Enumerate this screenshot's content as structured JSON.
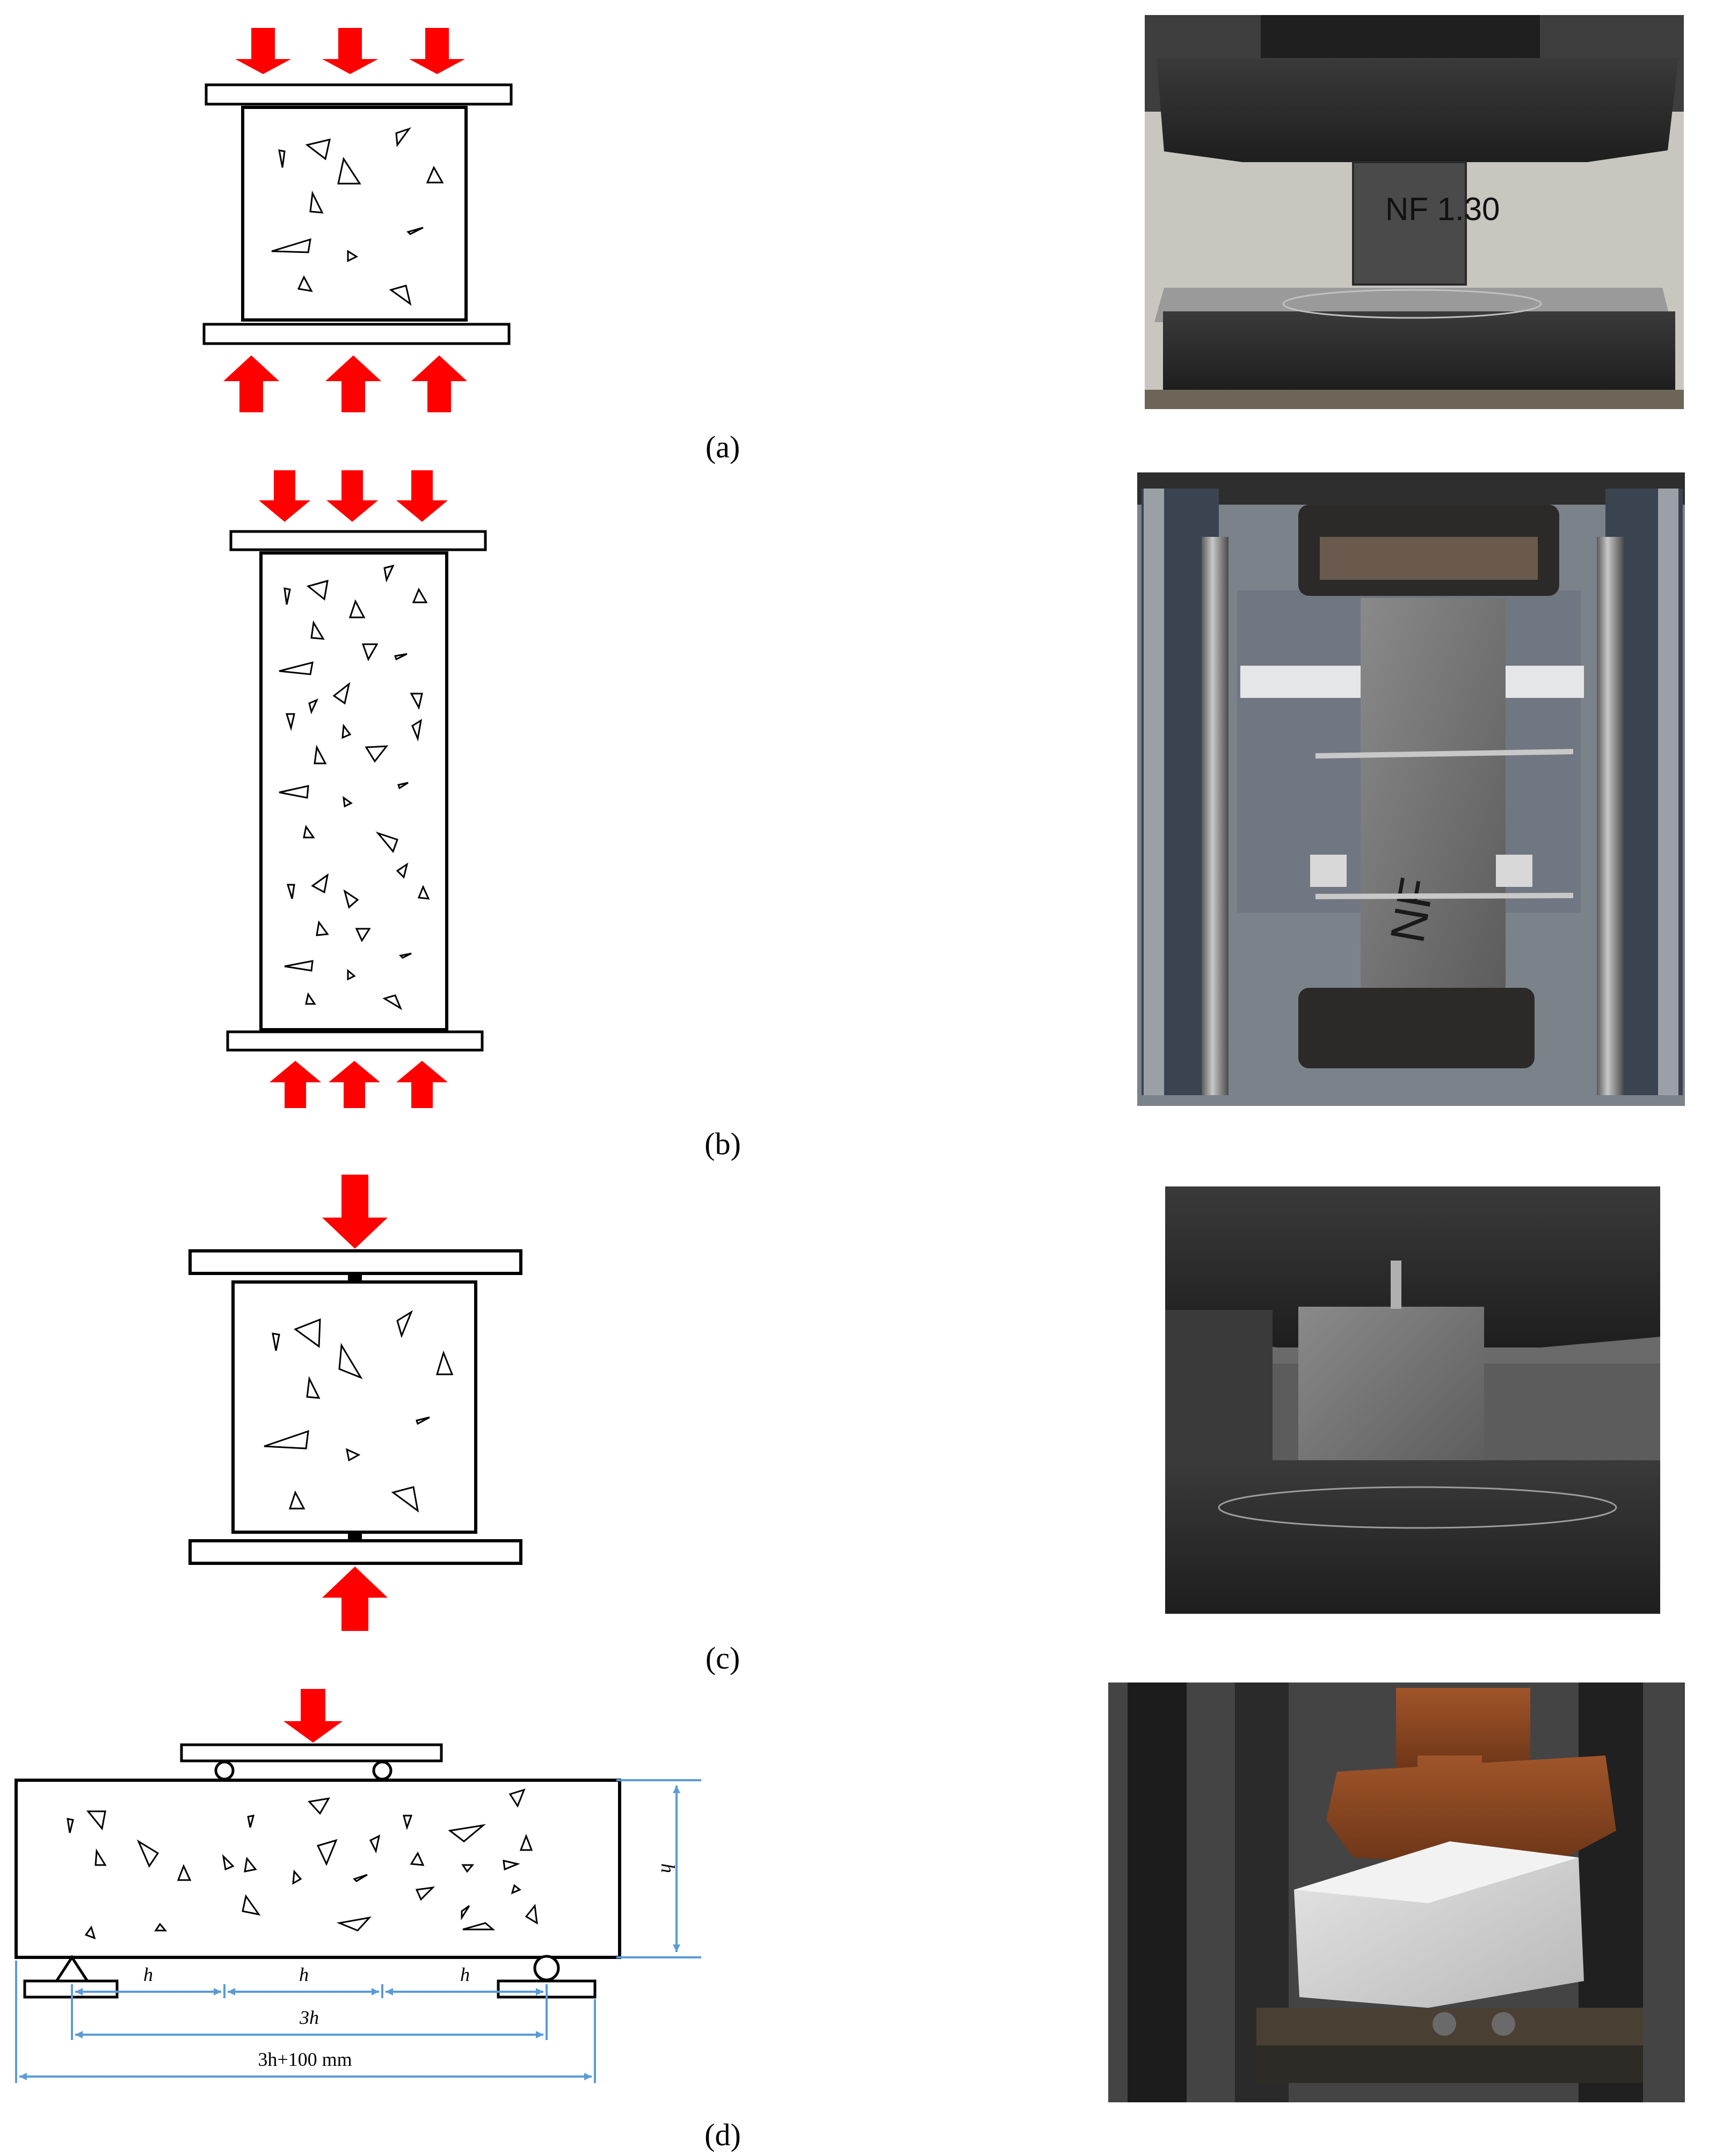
{
  "colors": {
    "load_arrow": "#ff0000",
    "dimension": "#5b9bd5",
    "outline": "#000000",
    "photo_bg": "#6b6b6b"
  },
  "panels": [
    {
      "label": "(a)",
      "test": "cube compression"
    },
    {
      "label": "(b)",
      "test": "prism compression"
    },
    {
      "label": "(c)",
      "test": "splitting tension"
    },
    {
      "label": "(d)",
      "test": "four-point bending"
    }
  ],
  "dimensions": {
    "h_label": "h",
    "span_3h": "3h",
    "span_total": "3h+100 mm"
  },
  "photos": [
    {
      "marking": "NF 1.30"
    },
    {
      "marking": "NF"
    },
    {
      "marking": ""
    },
    {
      "marking": ""
    }
  ]
}
